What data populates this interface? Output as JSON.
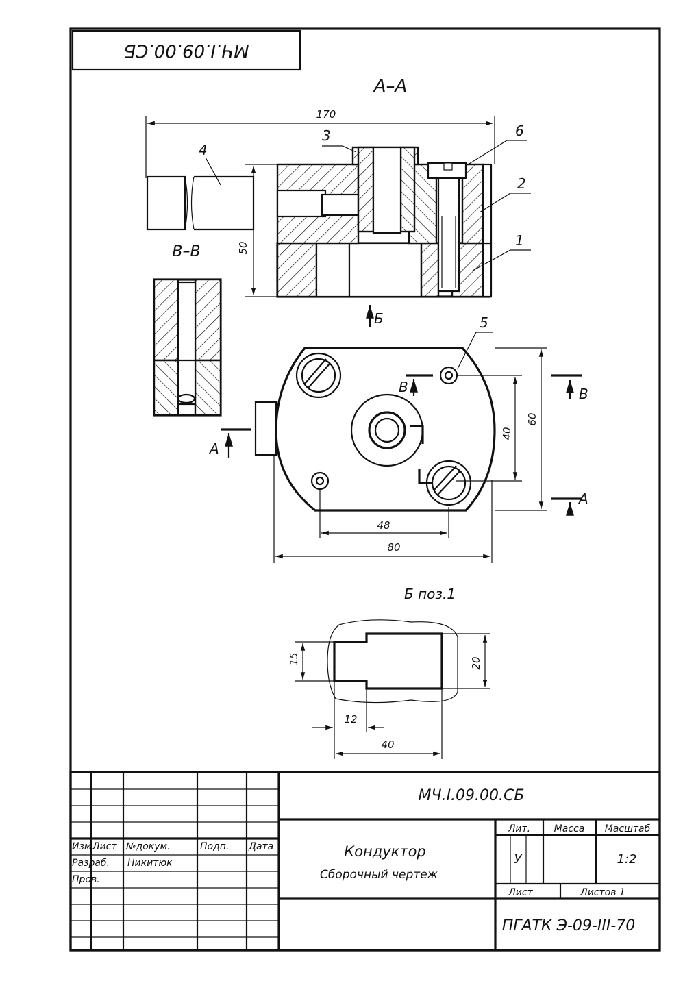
{
  "stamp_code_mirrored": "МЧ.I.09.00.СБ",
  "views": {
    "section_aa": "А–А",
    "section_bb": "В–В",
    "view_b": "Б поз.1"
  },
  "positions": [
    "1",
    "2",
    "3",
    "4",
    "5",
    "6"
  ],
  "dimensions": {
    "overall_length": "170",
    "height": "50",
    "plan_height": "60",
    "hole_spacing_v": "40",
    "hole_spacing_h": "48",
    "plan_width": "80",
    "detail_width": "40",
    "detail_step": "12",
    "detail_narrow": "15",
    "detail_wide": "20"
  },
  "section_markers": {
    "a": "А",
    "b": "Б",
    "v": "В"
  },
  "title_block": {
    "designation": "МЧ.I.09.00.СБ",
    "name": "Кондуктор",
    "doc_type": "Сборочный чертеж",
    "col_izm": "Изм",
    "col_list": "Лист",
    "col_doc": "№докум.",
    "col_sign": "Подп.",
    "col_date": "Дата",
    "row_razrab": "Разраб.",
    "razrab_name": "Никитюк",
    "row_prov": "Пров.",
    "lit_label": "Лит.",
    "mass_label": "Масса",
    "scale_label": "Масштаб",
    "lit_value": "У",
    "scale_value": "1:2",
    "sheet_label": "Лист",
    "sheets_label": "Листов 1",
    "org": "ПГАТК Э-09-III-70"
  }
}
